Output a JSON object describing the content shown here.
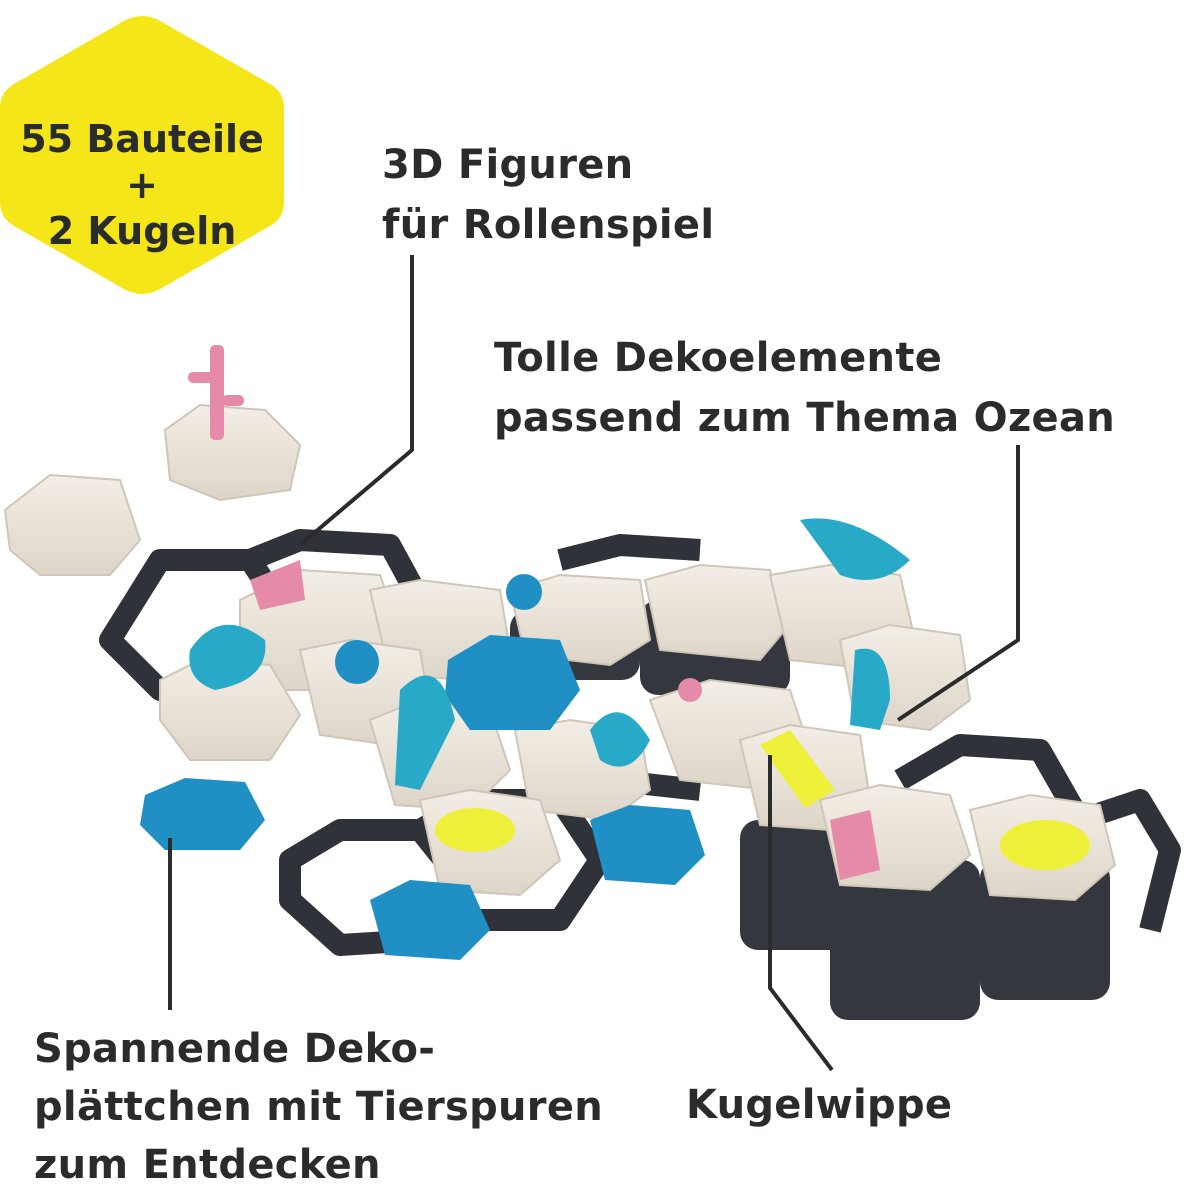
{
  "badge": {
    "line1": "55 Bauteile",
    "line2": "+",
    "line3": "2 Kugeln",
    "color": "#f5e61a"
  },
  "callouts": [
    {
      "id": "figuren",
      "lines": [
        "3D Figuren",
        "für Rollenspiel"
      ]
    },
    {
      "id": "deko",
      "lines": [
        "Tolle Dekoelemente",
        "passend zum Thema Ozean"
      ]
    },
    {
      "id": "plaettchen",
      "lines": [
        "Spannende Deko-",
        "plättchen mit Tierspuren",
        "zum Entdecken"
      ]
    },
    {
      "id": "wippe",
      "lines": [
        "Kugelwippe"
      ]
    }
  ],
  "colors": {
    "text": "#2a2c2b",
    "tile_cream": "#ece6dc",
    "board_dark": "#2f3238",
    "blue": "#1f8fc4",
    "turquoise": "#29a9c8",
    "pink": "#e58aa8",
    "yellow": "#eef03a"
  }
}
